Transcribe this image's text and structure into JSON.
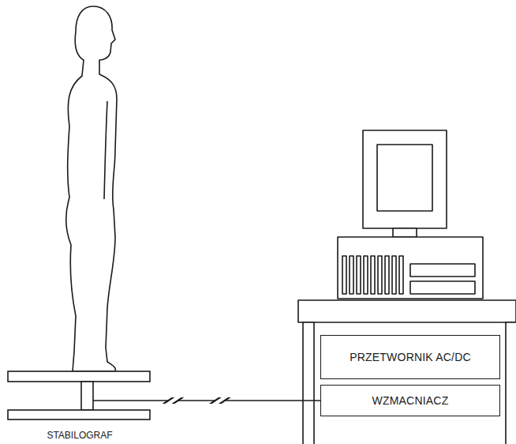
{
  "diagram": {
    "nodes": [
      {
        "text": [
          "STABILOGRAF"
        ]
      },
      {
        "text": [
          "PRZETWORNIK AC/DC"
        ]
      },
      {
        "text": [
          "WZMACNIACZ"
        ]
      }
    ],
    "edges": [
      {
        "from": 0,
        "to": 2,
        "arrow": "none"
      }
    ]
  }
}
